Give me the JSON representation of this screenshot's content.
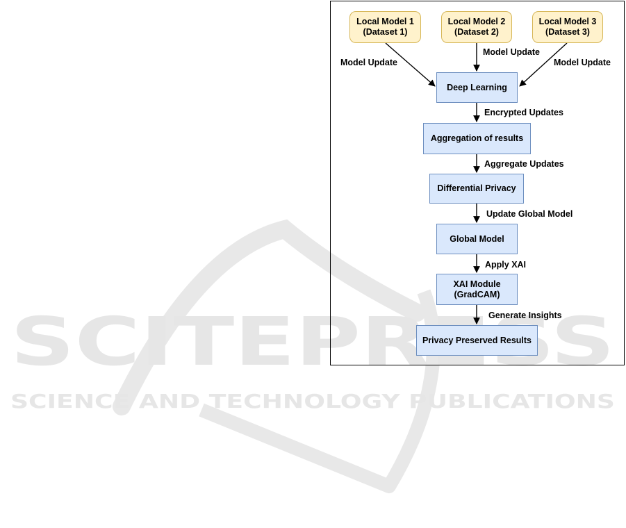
{
  "watermark": {
    "brand": "SCITEPRESS",
    "tagline": "SCIENCE AND TECHNOLOGY PUBLICATIONS"
  },
  "diagram": {
    "local_models": [
      {
        "line1": "Local Model 1",
        "line2": "(Dataset 1)"
      },
      {
        "line1": "Local Model 2",
        "line2": "(Dataset 2)"
      },
      {
        "line1": "Local Model 3",
        "line2": "(Dataset 3)"
      }
    ],
    "update_labels": [
      "Model Update",
      "Model Update",
      "Model Update"
    ],
    "steps": [
      {
        "line1": "Deep Learning",
        "line2": ""
      },
      {
        "line1": "Aggregation of results",
        "line2": ""
      },
      {
        "line1": "Differential Privacy",
        "line2": ""
      },
      {
        "line1": "Global Model",
        "line2": ""
      },
      {
        "line1": "XAI Module",
        "line2": "(GradCAM)"
      },
      {
        "line1": "Privacy Preserved Results",
        "line2": ""
      }
    ],
    "edge_labels": [
      "Encrypted Updates",
      "Aggregate Updates",
      "Update Global Model",
      "Apply XAI",
      "Generate Insights"
    ],
    "colors": {
      "local_fill": "#fff2cc",
      "local_border": "#d6b656",
      "step_fill": "#dae8fc",
      "step_border": "#6c8ebf",
      "watermark": "#e6e6e6"
    }
  }
}
